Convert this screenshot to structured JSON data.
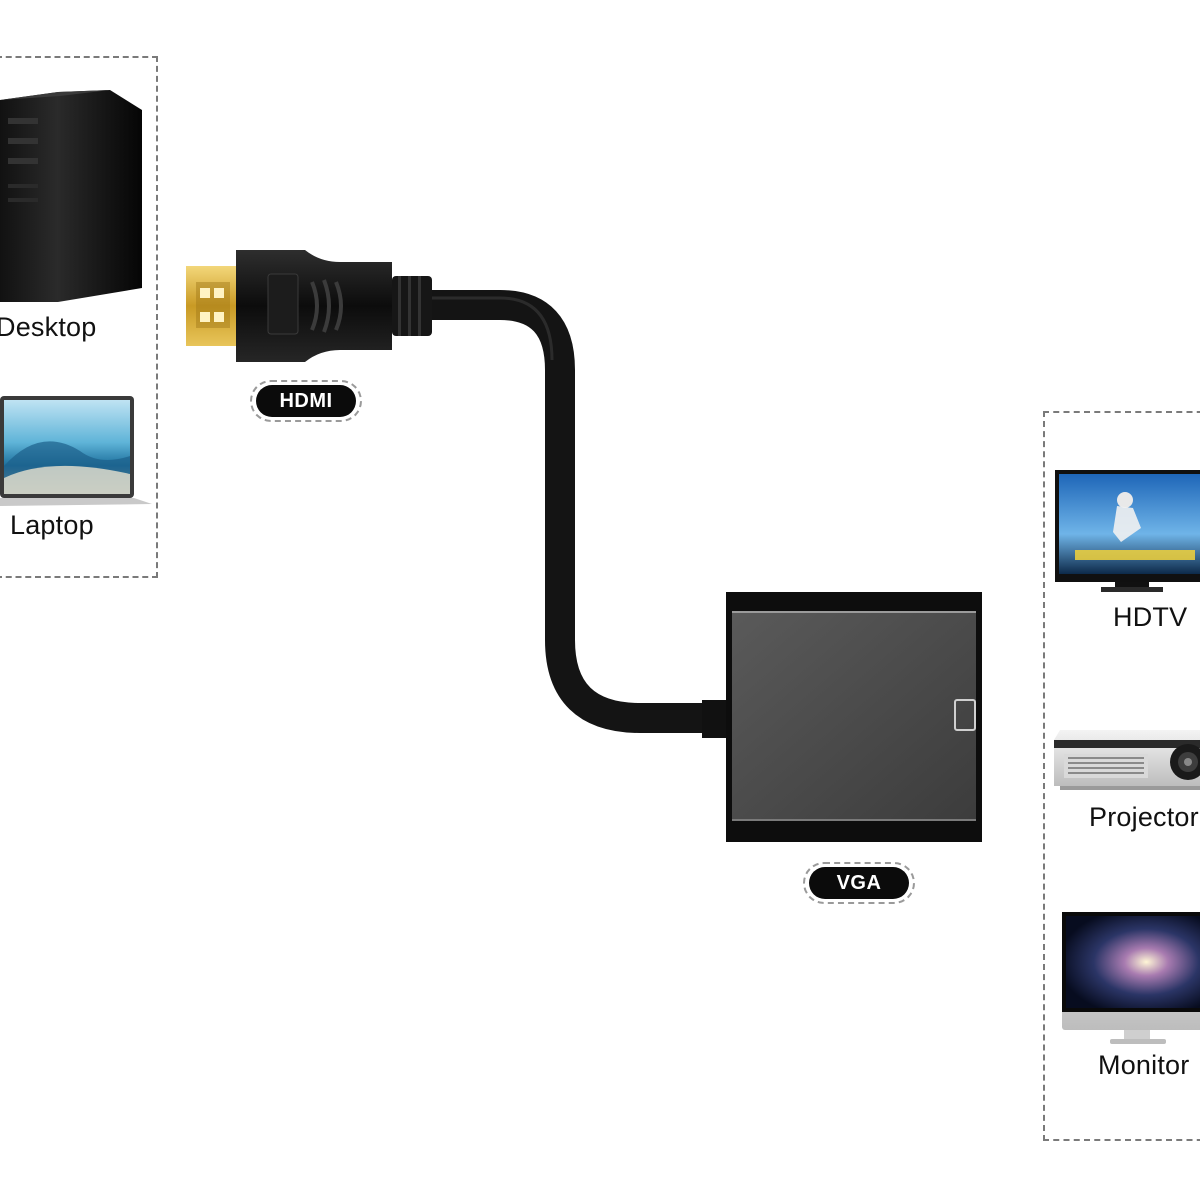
{
  "sources": {
    "desktop_label": "Desktop",
    "laptop_label": "Laptop"
  },
  "connectors": {
    "hdmi_label": "HDMI",
    "vga_label": "VGA"
  },
  "targets": {
    "hdtv_label": "HDTV",
    "projector_label": "Projector",
    "monitor_label": "Monitor"
  },
  "colors": {
    "device_black": "#0d0d0d",
    "cable": "#1a1a1a",
    "gold_plug": "#d9b03c",
    "adapter_grey": "#4a4a4a",
    "dashed_border": "#7a7a7a"
  }
}
